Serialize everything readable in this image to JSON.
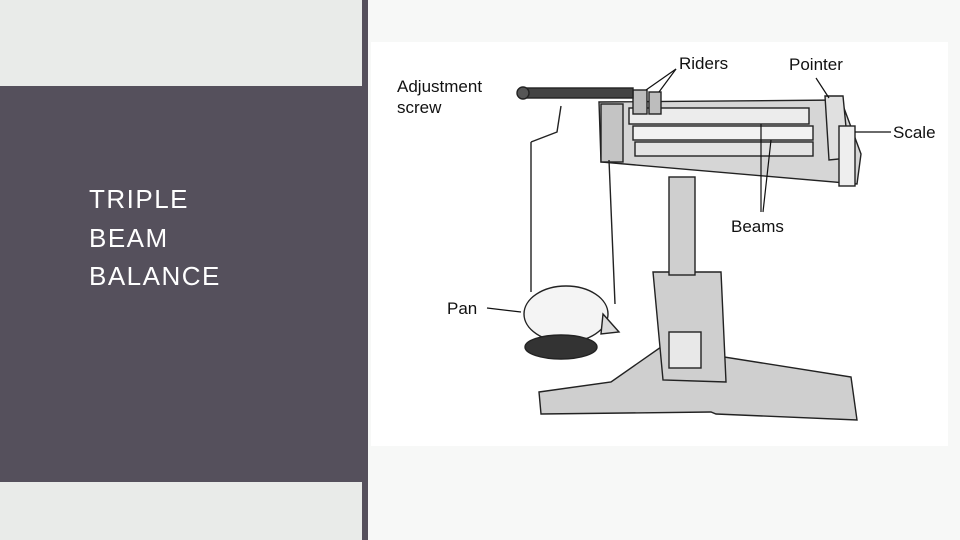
{
  "slide": {
    "title": "TRIPLE\nBEAM\nBALANCE",
    "colors": {
      "panel": "#55505c",
      "left_background": "#e9ebe9",
      "page_background": "#f7f8f7"
    }
  },
  "diagram": {
    "labels": {
      "adjustment_screw": "Adjustment\nscrew",
      "riders": "Riders",
      "pointer": "Pointer",
      "scale": "Scale",
      "beams": "Beams",
      "pan": "Pan"
    }
  }
}
